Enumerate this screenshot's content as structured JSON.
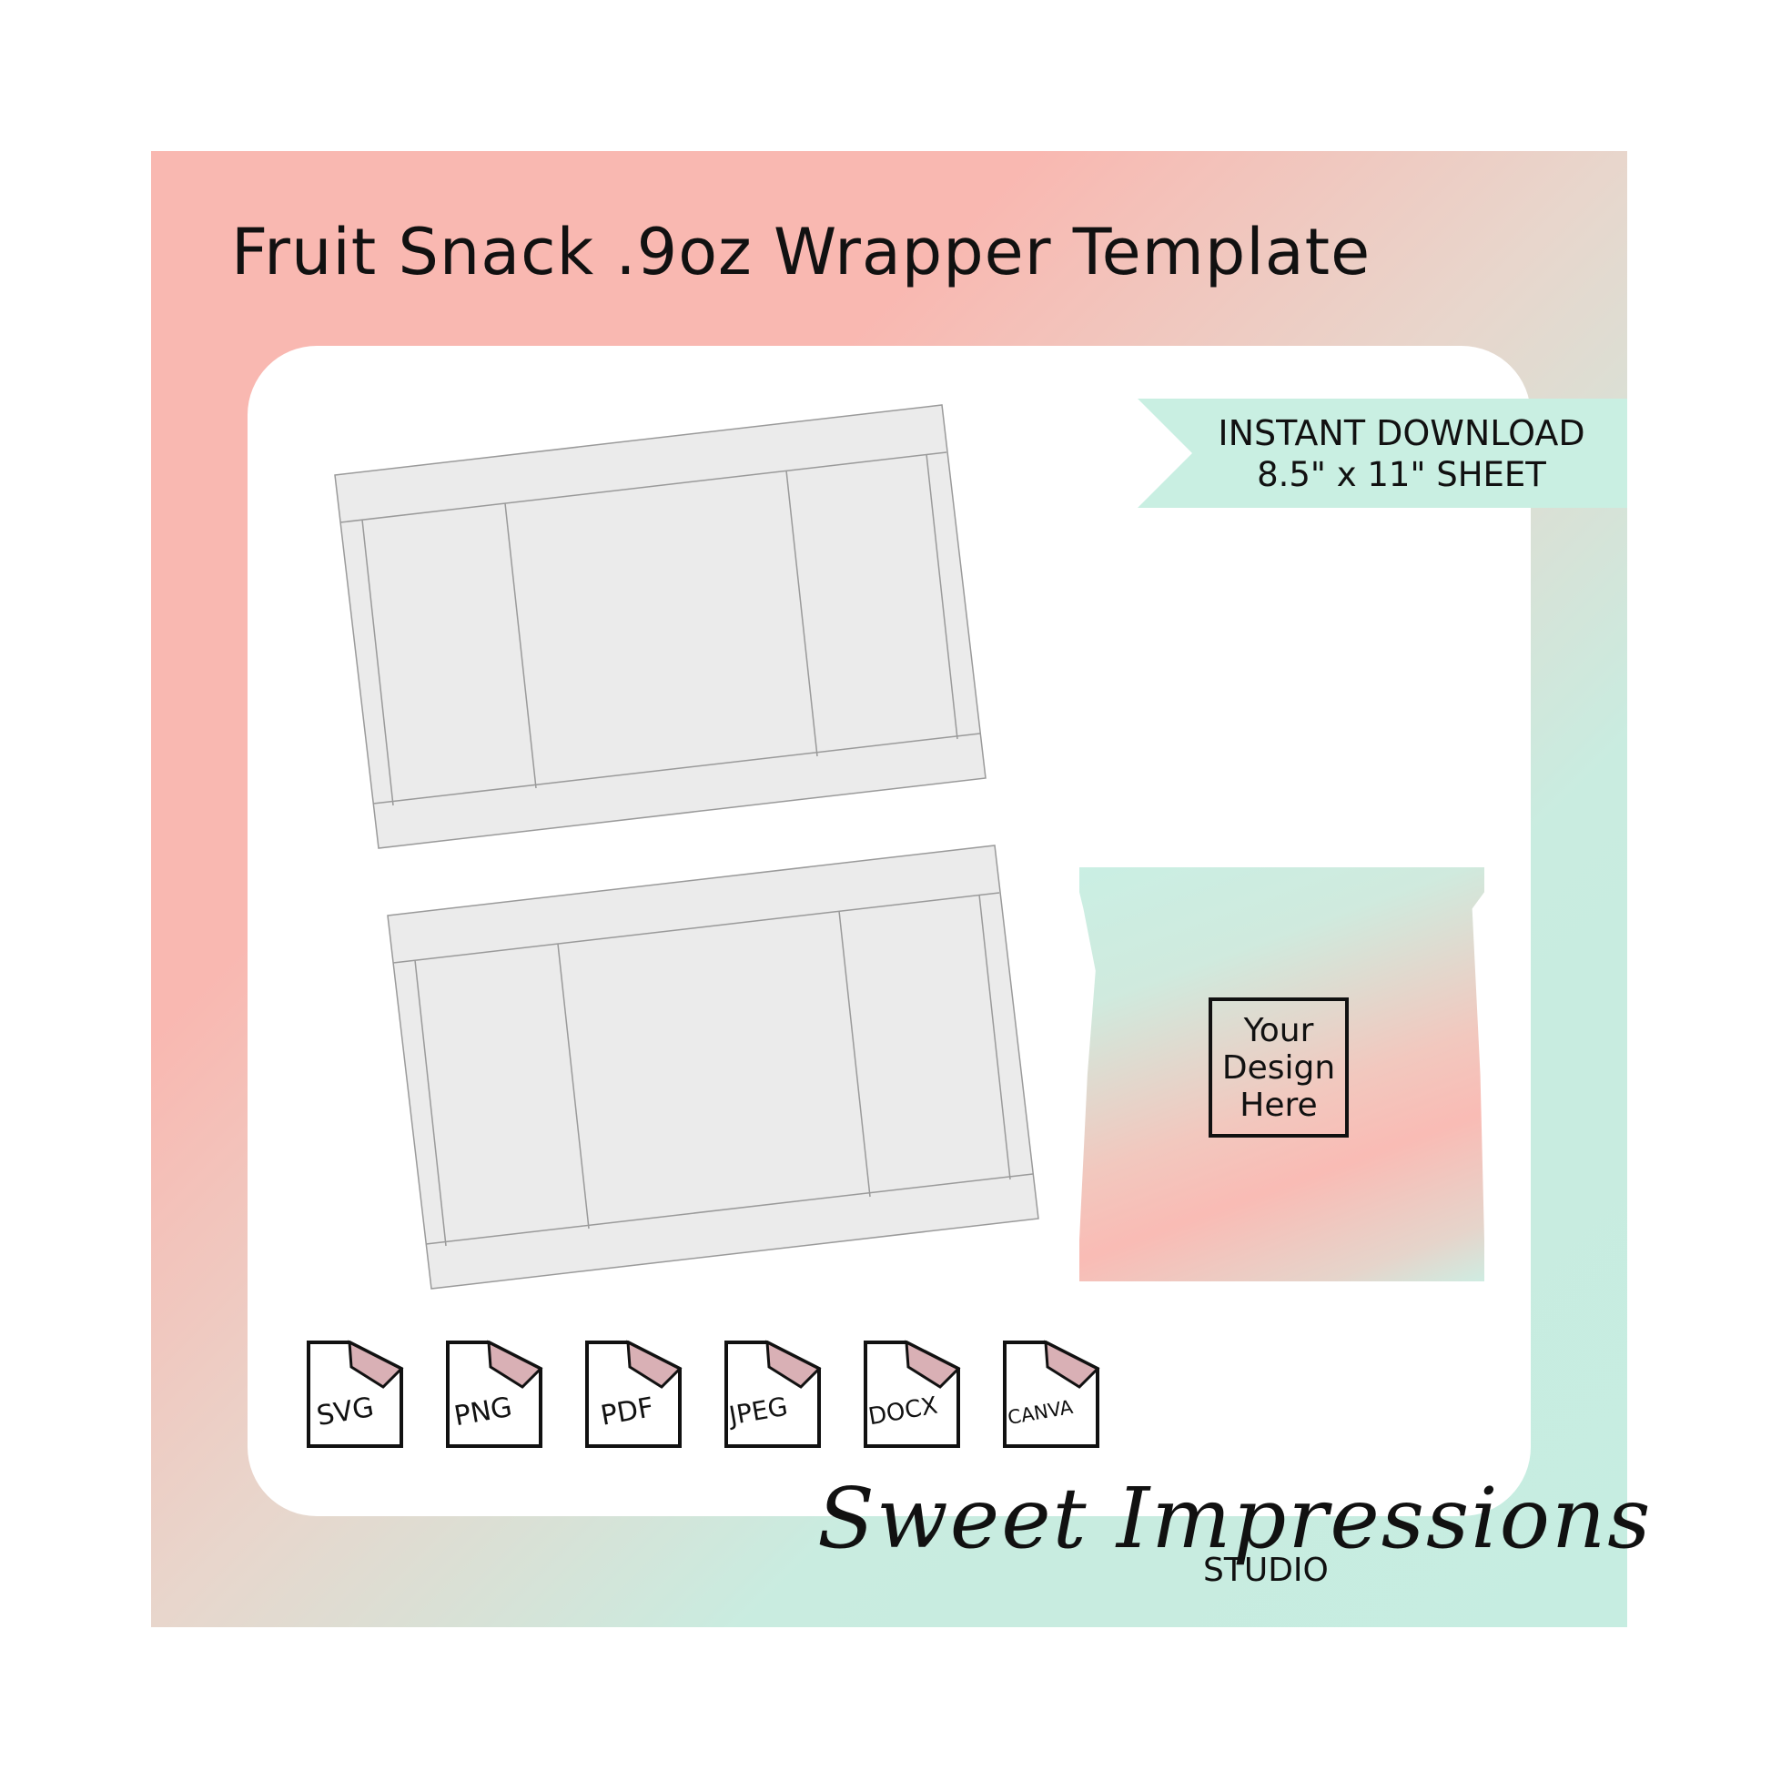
{
  "title": "Fruit Snack .9oz Wrapper Template",
  "ribbon": {
    "line1": "INSTANT DOWNLOAD",
    "line2": "8.5\" x 11\" SHEET"
  },
  "mockup": {
    "design_lines": [
      "Your",
      "Design",
      "Here"
    ]
  },
  "file_formats": [
    "SVG",
    "PNG",
    "PDF",
    "JPEG",
    "DOCX",
    "CANVA"
  ],
  "brand": {
    "name": "Sweet Impressions",
    "sub": "STUDIO"
  },
  "colors": {
    "pink": "#f9b8b1",
    "mint": "#c7ede1",
    "template_fill": "#ebebeb",
    "template_line": "#9a9a9a"
  }
}
